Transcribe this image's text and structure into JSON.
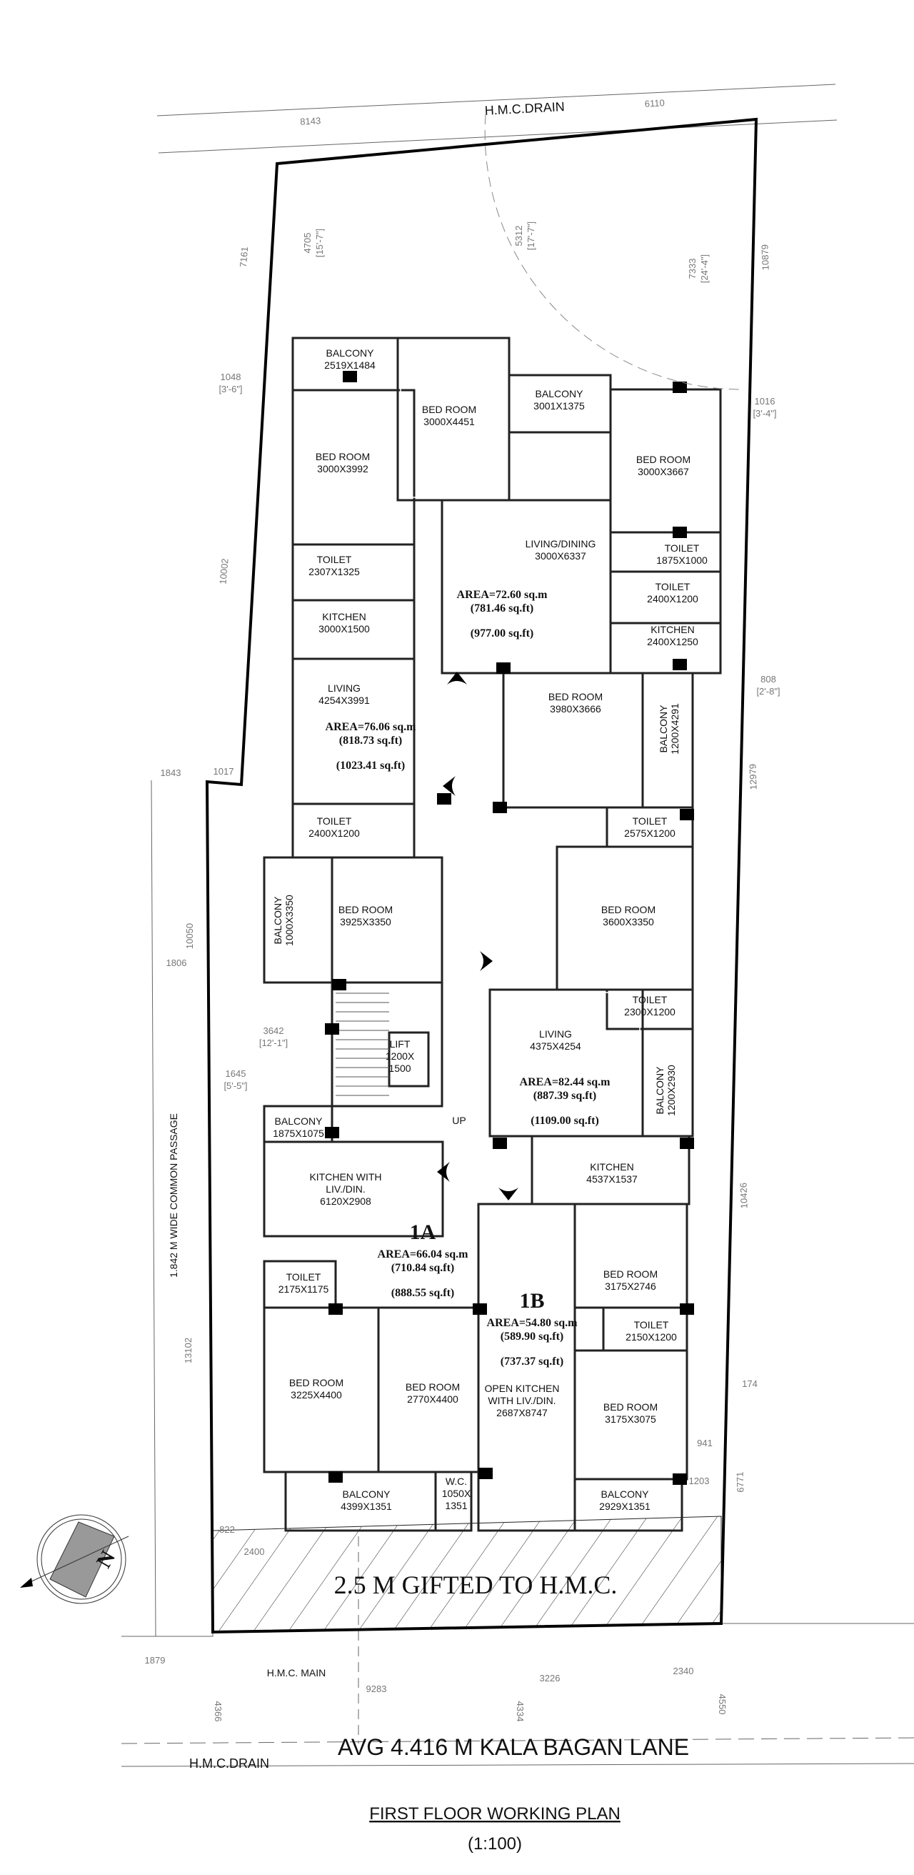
{
  "title": "FIRST FLOOR WORKING PLAN",
  "scale": "(1:100)",
  "road": "AVG 4.416 M KALA  BAGAN LANE",
  "gifted": "2.5 M GIFTED TO H.M.C.",
  "drain_top": "H.M.C.DRAIN",
  "drain_bottom": "H.M.C.DRAIN",
  "hmc_main": "H.M.C. MAIN",
  "passage": "1.842 M WIDE COMMON PASSAGE",
  "up": "UP",
  "compass": "N",
  "rooms": [
    {
      "lines": [
        "BALCONY",
        "2519X1484"
      ]
    },
    {
      "lines": [
        "BED ROOM",
        "3000X4451"
      ]
    },
    {
      "lines": [
        "BALCONY",
        "3001X1375"
      ]
    },
    {
      "lines": [
        "BED ROOM",
        "3000X3667"
      ]
    },
    {
      "lines": [
        "BED ROOM",
        "3000X3992"
      ]
    },
    {
      "lines": [
        "LIVING/DINING",
        "3000X6337"
      ]
    },
    {
      "lines": [
        "TOILET",
        "1875X1000"
      ]
    },
    {
      "lines": [
        "TOILET",
        "2307X1325"
      ]
    },
    {
      "lines": [
        "TOILET",
        "2400X1200"
      ]
    },
    {
      "lines": [
        "KITCHEN",
        "2400X1250"
      ]
    },
    {
      "lines": [
        "KITCHEN",
        "3000X1500"
      ]
    },
    {
      "lines": [
        "LIVING",
        "4254X3991"
      ]
    },
    {
      "lines": [
        "BED ROOM",
        "3980X3666"
      ]
    },
    {
      "lines": [
        "BALCONY",
        "1200X4291"
      ]
    },
    {
      "lines": [
        "TOILET",
        "2400X1200"
      ]
    },
    {
      "lines": [
        "TOILET",
        "2575X1200"
      ]
    },
    {
      "lines": [
        "BALCONY",
        "1000X3350"
      ]
    },
    {
      "lines": [
        "BED ROOM",
        "3925X3350"
      ]
    },
    {
      "lines": [
        "BED ROOM",
        "3600X3350"
      ]
    },
    {
      "lines": [
        "TOILET",
        "2300X1200"
      ]
    },
    {
      "lines": [
        "LIFT",
        "1200X",
        "1500"
      ]
    },
    {
      "lines": [
        "LIVING",
        "4375X4254"
      ]
    },
    {
      "lines": [
        "BALCONY",
        "1200X2930"
      ]
    },
    {
      "lines": [
        "BALCONY",
        "1875X1075"
      ]
    },
    {
      "lines": [
        "KITCHEN",
        "4537X1537"
      ]
    },
    {
      "lines": [
        "KITCHEN WITH",
        "LIV./DIN.",
        "6120X2908"
      ]
    },
    {
      "lines": [
        "BED ROOM",
        "3175X2746"
      ]
    },
    {
      "lines": [
        "TOILET",
        "2175X1175"
      ]
    },
    {
      "lines": [
        "TOILET",
        "2150X1200"
      ]
    },
    {
      "lines": [
        "BED ROOM",
        "3225X4400"
      ]
    },
    {
      "lines": [
        "BED ROOM",
        "2770X4400"
      ]
    },
    {
      "lines": [
        "OPEN KITCHEN",
        "WITH LIV./DIN.",
        "2687X8747"
      ]
    },
    {
      "lines": [
        "BED ROOM",
        "3175X3075"
      ]
    },
    {
      "lines": [
        "BALCONY",
        "4399X1351"
      ]
    },
    {
      "lines": [
        "W.C.",
        "1050X",
        "1351"
      ]
    },
    {
      "lines": [
        "BALCONY",
        "2929X1351"
      ]
    }
  ],
  "units": [
    {
      "name": "",
      "area": "AREA=72.60 sq.m",
      "carpet": "(781.46 sq.ft)",
      "super": "(977.00 sq.ft)"
    },
    {
      "name": "",
      "area": "AREA=76.06 sq.m",
      "carpet": "(818.73 sq.ft)",
      "super": "(1023.41 sq.ft)"
    },
    {
      "name": "",
      "area": "AREA=82.44 sq.m",
      "carpet": "(887.39 sq.ft)",
      "super": "(1109.00 sq.ft)"
    },
    {
      "name": "1A",
      "area": "AREA=66.04 sq.m",
      "carpet": "(710.84 sq.ft)",
      "super": "(888.55 sq.ft)"
    },
    {
      "name": "1B",
      "area": "AREA=54.80 sq.m",
      "carpet": "(589.90 sq.ft)",
      "super": "(737.37 sq.ft)"
    }
  ],
  "dims": [
    {
      "value": "8143"
    },
    {
      "value": "6110"
    },
    {
      "value": "4705",
      "imperial": "[15'-7\"]"
    },
    {
      "value": "5312",
      "imperial": "[17'-7\"]"
    },
    {
      "value": "7333",
      "imperial": "[24'-4\"]"
    },
    {
      "value": "7161"
    },
    {
      "value": "10879"
    },
    {
      "value": "1048",
      "imperial": "[3'-6\"]"
    },
    {
      "value": "1016",
      "imperial": "[3'-4\"]"
    },
    {
      "value": "10002"
    },
    {
      "value": "808",
      "imperial": "[2'-8\"]"
    },
    {
      "value": "12979"
    },
    {
      "value": "1843"
    },
    {
      "value": "1017"
    },
    {
      "value": "10050"
    },
    {
      "value": "1806"
    },
    {
      "value": "3642",
      "imperial": "[12'-1\"]"
    },
    {
      "value": "1645",
      "imperial": "[5'-5\"]"
    },
    {
      "value": "10426"
    },
    {
      "value": "13102"
    },
    {
      "value": "174"
    },
    {
      "value": "941"
    },
    {
      "value": "6771"
    },
    {
      "value": "1203"
    },
    {
      "value": "822"
    },
    {
      "value": "2400"
    },
    {
      "value": "1879"
    },
    {
      "value": "9283"
    },
    {
      "value": "3226"
    },
    {
      "value": "2340"
    },
    {
      "value": "4366"
    },
    {
      "value": "4334"
    },
    {
      "value": "4550"
    }
  ]
}
